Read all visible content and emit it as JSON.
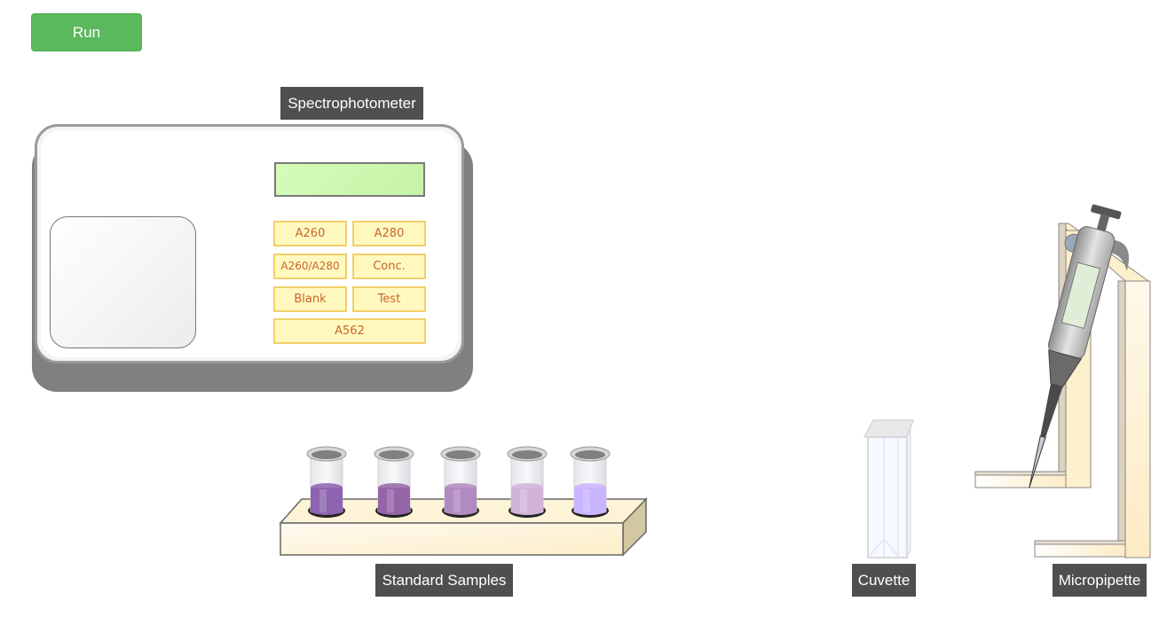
{
  "toolbar": {
    "run_label": "Run"
  },
  "labels": {
    "spectrophotometer": "Spectrophotometer",
    "standard_samples": "Standard Samples",
    "cuvette": "Cuvette",
    "micropipette": "Micropipette"
  },
  "spectrophotometer": {
    "display_text": "",
    "keys": [
      {
        "id": "a260",
        "label": "A260"
      },
      {
        "id": "a280",
        "label": "A280"
      },
      {
        "id": "ratio",
        "label": "A260/A280"
      },
      {
        "id": "conc",
        "label": "Conc."
      },
      {
        "id": "blank",
        "label": "Blank"
      },
      {
        "id": "test",
        "label": "Test"
      },
      {
        "id": "a562",
        "label": "A562"
      }
    ],
    "screen_color": "#d0f8b2",
    "key_color": "#fff9c0",
    "key_text_color": "#c8642a"
  },
  "standard_samples": {
    "tubes": [
      {
        "color": "#8e63b0"
      },
      {
        "color": "#9466a8"
      },
      {
        "color": "#b08ac0"
      },
      {
        "color": "#d2b4d8"
      },
      {
        "color": "#c9b4ff"
      }
    ]
  },
  "colors": {
    "run_button": "#5cb85c",
    "label_bg": "#4f4f4f",
    "rack": "#fdf2d0"
  }
}
